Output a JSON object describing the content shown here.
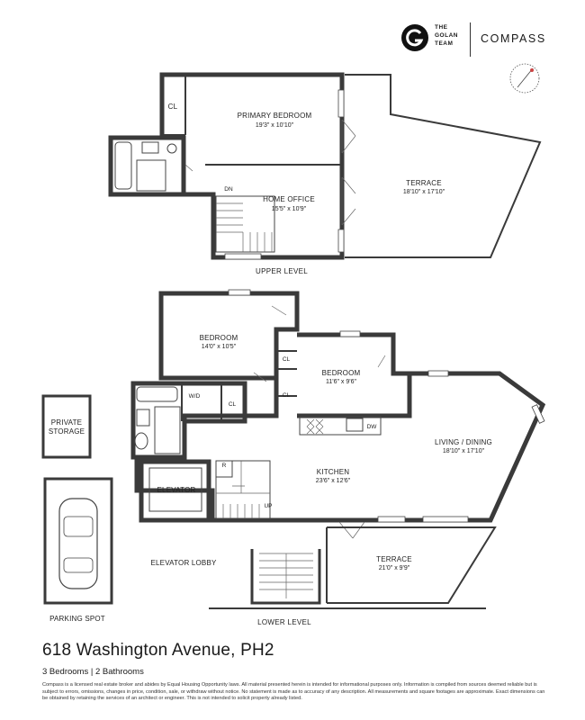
{
  "brand": {
    "golan_lines": [
      "THE",
      "GOLAN",
      "TEAM"
    ],
    "compass": "COMPASS"
  },
  "upper": {
    "level_label": "UPPER LEVEL",
    "closet": "CL",
    "primary_bedroom": {
      "name": "PRIMARY BEDROOM",
      "dims": "19'3\" x 10'10\""
    },
    "home_office": {
      "name": "HOME OFFICE",
      "dims": "15'5\" x 10'9\""
    },
    "terrace": {
      "name": "TERRACE",
      "dims": "18'10\" x 17'10\""
    },
    "stairs_label": "DN"
  },
  "lower": {
    "level_label": "LOWER LEVEL",
    "bedroom1": {
      "name": "BEDROOM",
      "dims": "14'0\" x 10'5\""
    },
    "bedroom2": {
      "name": "BEDROOM",
      "dims": "11'6\" x 9'6\""
    },
    "living": {
      "name": "LIVING / DINING",
      "dims": "18'10\" x 17'10\""
    },
    "kitchen": {
      "name": "KITCHEN",
      "dims": "23'6\" x 12'6\""
    },
    "terrace": {
      "name": "TERRACE",
      "dims": "21'0\" x 9'9\""
    },
    "elevator": "ELEVATOR",
    "elevator_lobby": "ELEVATOR LOBBY",
    "private_storage": [
      "PRIVATE",
      "STORAGE"
    ],
    "parking": "PARKING SPOT",
    "closets": [
      "CL",
      "CL",
      "CL"
    ],
    "wd": "W/D",
    "dw": "DW",
    "fridge": "R",
    "stairs_label": "UP"
  },
  "listing": {
    "title": "618 Washington Avenue, PH2",
    "subtitle": "3 Bedrooms | 2 Bathrooms",
    "disclaimer": "Compass is a licensed real estate broker and abides by Equal Housing Opportunity laws. All material presented herein is intended for informational purposes only. Information is compiled from sources deemed reliable but is subject to errors, omissions, changes in price, condition, sale, or withdraw without notice. No statement is made as to accuracy of any description. All measurements and square footages are approximate. Exact dimensions can be obtained by retaining the services of an architect or engineer. This is not intended to solicit property already listed."
  }
}
